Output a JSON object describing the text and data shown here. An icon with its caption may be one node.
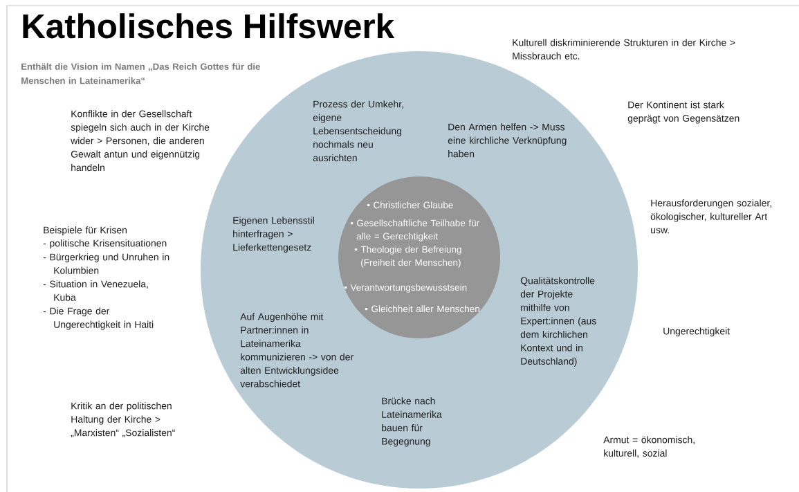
{
  "diagram": {
    "title": "Katholisches Hilfswerk",
    "nodes": [
      {
        "text": [
          "Prozess der Umkehr, eigene Lebensentscheidung nochmals neu ausrichten",
          "Den Armen helfen -> Muss eine kirchliche Verknüpfung haben",
          "Eigenen Lebensstil hinterfragen > Lieferkettengesetz",
          "Qualitätskontrolle der Projekte mithilfe von Expert:innen (aus dem kirchlichen Kontext und in Deutschland)",
          "Auf Augenhöhe mit Partner:innen in Lateinamerika kommunizieren -> von der alten Entwicklungsidee verabschiedet",
          "Brücke nach Lateinamerika bauen für Begegnung"
        ]
      },
      {
        "text": [
          "• Christlicher Glaube",
          "• Gesellschaftliche Teilhabe für alle = Gerechtigkeit",
          "• Theologie der Befreiung (Freiheit der Menschen)",
          "• Verantwortungsbewusstsein",
          "• Gleichheit aller Menschen"
        ],
        "in": 0
      }
    ],
    "labels": [
      "Enthält die Vision im Namen „Das Reich Gottes für die Menschen in Lateinamerika“",
      "Kulturell diskriminierende Strukturen in der Kirche > Missbrauch etc.",
      "Konflikte in der Gesellschaft spiegeln sich auch in der Kirche wider > Personen, die anderen Gewalt antun und eigennützig handeln",
      "Der Kontinent ist stark geprägt von Gegensätzen",
      "Herausforderungen sozialer, ökologischer, kultureller Art usw.",
      "Beispiele für Krisen",
      "- politische Krisensituationen",
      "-  Bürgerkrieg und Unruhen in Kolumbien",
      "-  Situation in Venezuela, Kuba",
      "-  Die Frage der Ungerechtigkeit in Haiti",
      "Ungerechtigkeit",
      "Kritik an der politischen Haltung der Kirche > „Marxisten“ „Sozialisten“",
      "Armut = ökonomisch, kulturell, sozial"
    ]
  }
}
